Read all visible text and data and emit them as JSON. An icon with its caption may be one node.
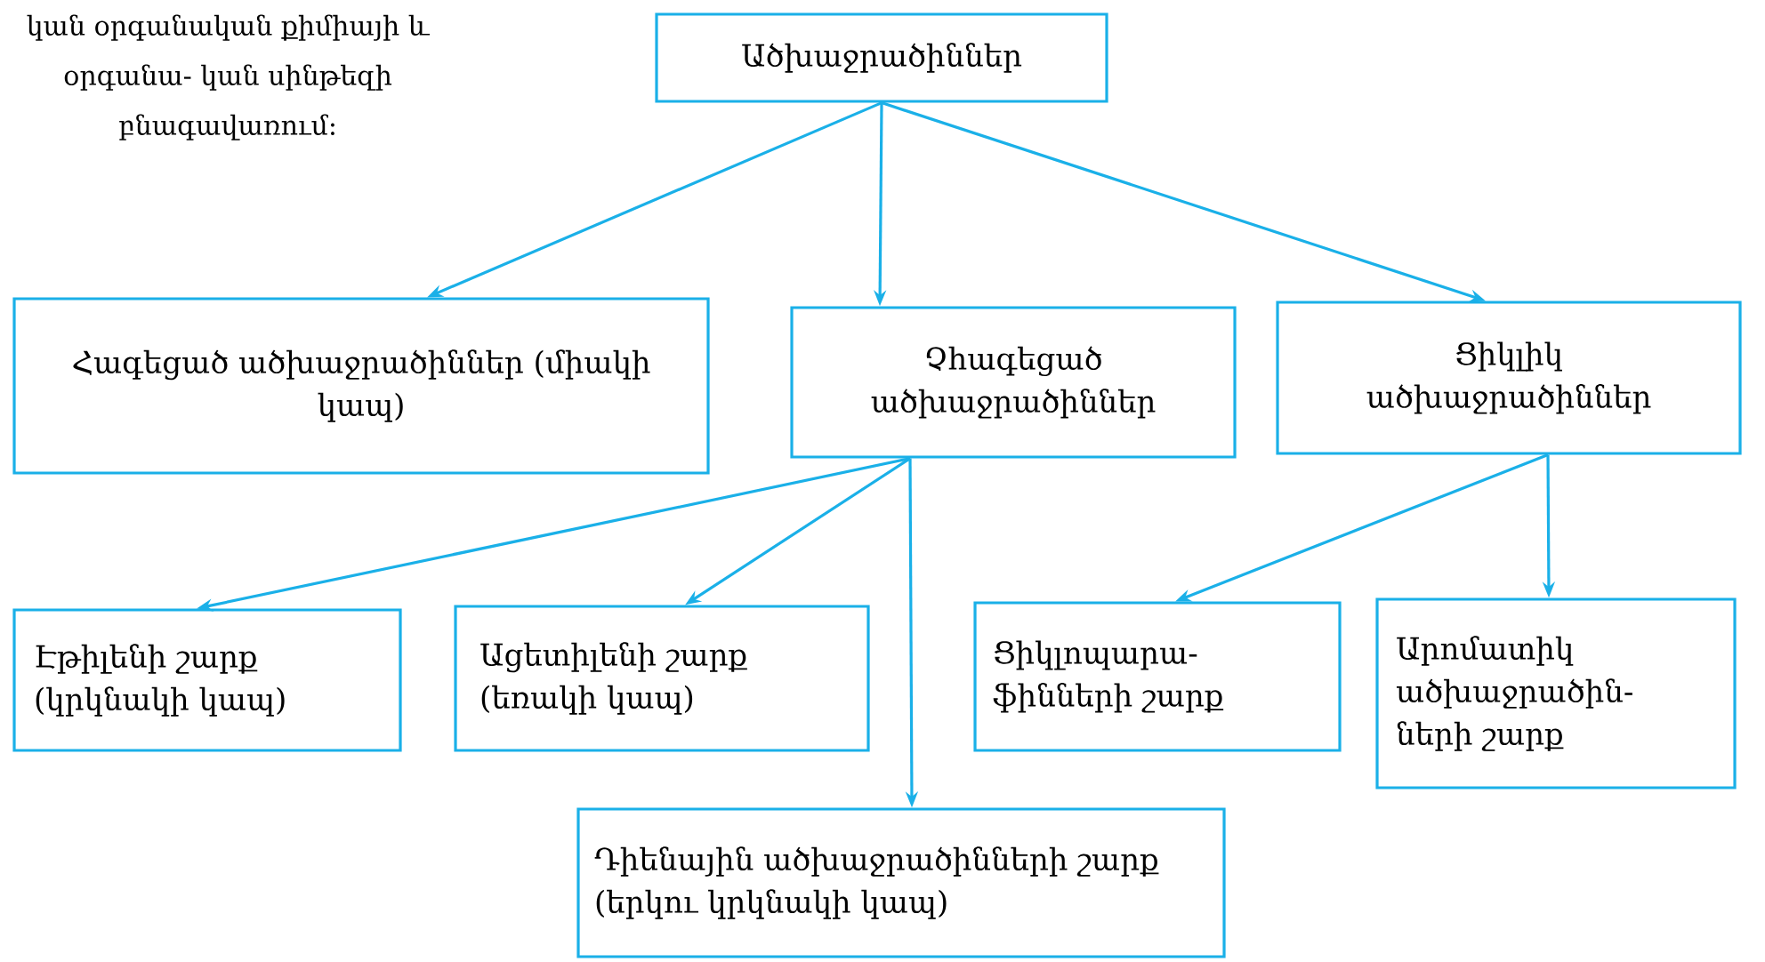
{
  "diagram": {
    "nodes": [
      {
        "text": [
          "Ածխաջրածիններ"
        ]
      },
      {
        "text": [
          "Հագեցած ածխաջրածիններ (միակի կապ)"
        ]
      },
      {
        "text": [
          "Չհագեցած ածխաջրածիններ"
        ]
      },
      {
        "text": [
          "Ցիկլիկ ածխաջրածիններ"
        ]
      },
      {
        "text": [
          "Էթիլենի շարք (կրկնակի կապ)"
        ]
      },
      {
        "text": [
          "Ացետիլենի շարք (եռակի կապ)"
        ]
      },
      {
        "text": [
          "Դիենային ածխաջրածինների շարք (երկու կրկնակի կապ)"
        ]
      },
      {
        "text": [
          "Ցիկլոպարա- ֆինների շարք"
        ]
      },
      {
        "text": [
          "Արոմատիկ ածխաջրածին- ների շարք"
        ]
      }
    ],
    "edges": [
      {
        "from": 0,
        "to": 1,
        "arrow": "to"
      },
      {
        "from": 0,
        "to": 2,
        "arrow": "to"
      },
      {
        "from": 0,
        "to": 3,
        "arrow": "to"
      },
      {
        "from": 2,
        "to": 4,
        "arrow": "to"
      },
      {
        "from": 2,
        "to": 5,
        "arrow": "to"
      },
      {
        "from": 2,
        "to": 6,
        "arrow": "to"
      },
      {
        "from": 3,
        "to": 7,
        "arrow": "to"
      },
      {
        "from": 3,
        "to": 8,
        "arrow": "to"
      }
    ],
    "labels": [
      "կան օրգանական քիմիայի և օրգանա- կան սինթեզի բնագավառում:"
    ]
  }
}
